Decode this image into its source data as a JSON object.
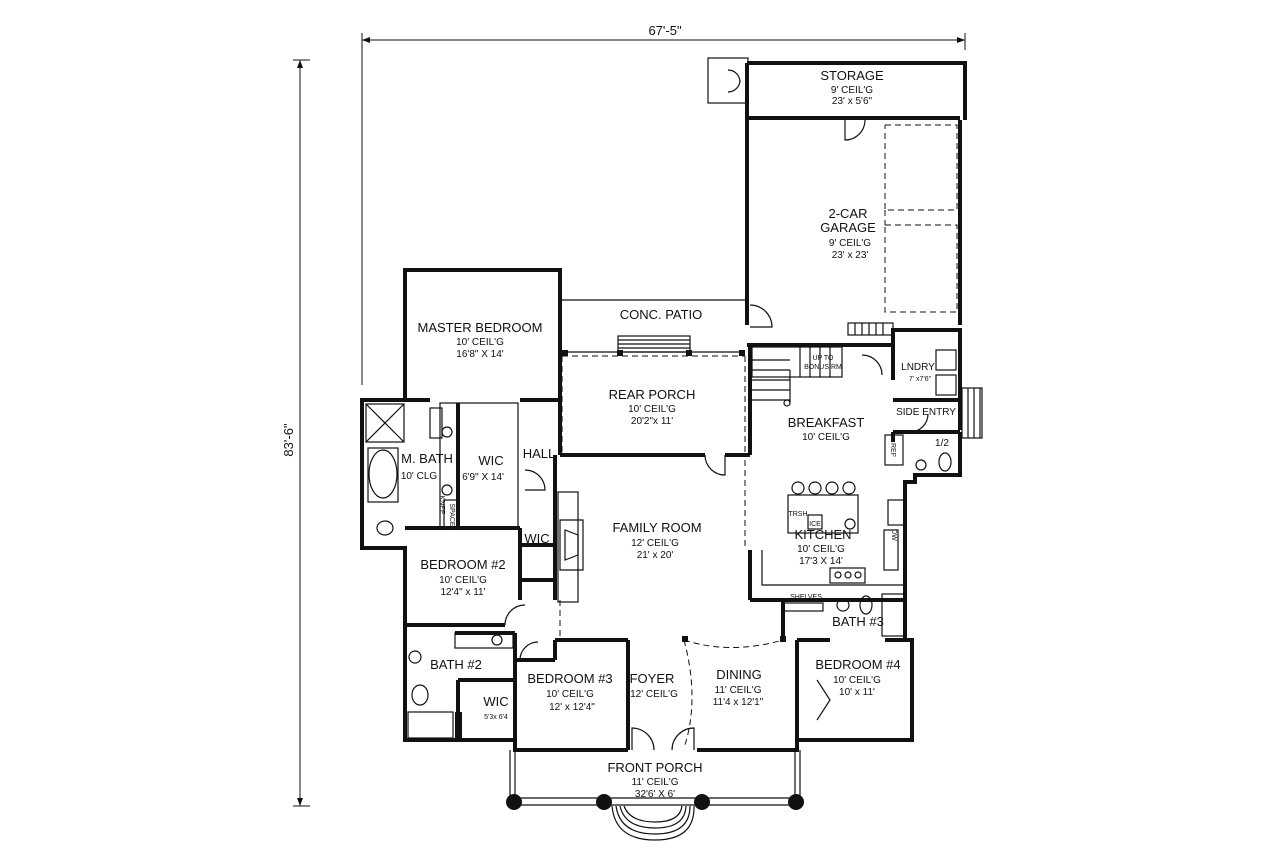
{
  "dimensions": {
    "width_label": "67'-5\"",
    "depth_label": "83'-6\""
  },
  "rooms": {
    "storage": {
      "name": "STORAGE",
      "ceiling": "9' CEIL'G",
      "size": "23' x 5'6\""
    },
    "garage": {
      "name_line1": "2-CAR",
      "name_line2": "GARAGE",
      "ceiling": "9' CEIL'G",
      "size": "23' x 23'"
    },
    "patio": {
      "name": "CONC. PATIO"
    },
    "master_bedroom": {
      "name": "MASTER BEDROOM",
      "ceiling": "10' CEIL'G",
      "size": "16'8\" X 14'"
    },
    "rear_porch": {
      "name": "REAR PORCH",
      "ceiling": "10' CEIL'G",
      "size": "20'2\"x 11'"
    },
    "stairs": {
      "note_line1": "UP TO",
      "note_line2": "BONUS RM"
    },
    "laundry": {
      "name": "LNDRY",
      "size": "7' x7'6\""
    },
    "side_entry": {
      "name": "SIDE ENTRY"
    },
    "half_bath": {
      "name": "1/2"
    },
    "breakfast": {
      "name": "BREAKFAST",
      "ceiling": "10' CEIL'G"
    },
    "m_bath": {
      "name": "M. BATH",
      "ceiling": "10' CLG"
    },
    "master_wic": {
      "name": "WIC",
      "size": "6'9\" X 14'"
    },
    "knee_space": {
      "line1": "KNEE",
      "line2": "SPACE"
    },
    "hall": {
      "name": "HALL"
    },
    "family_room": {
      "name": "FAMILY ROOM",
      "ceiling": "12' CEIL'G",
      "size": "21' x 20'"
    },
    "kitchen": {
      "name": "KITCHEN",
      "ceiling": "10' CEIL'G",
      "size": "17'3 X 14'"
    },
    "kitchen_marks": {
      "ref": "REF",
      "trsh": "TRSH",
      "ice": "ICE",
      "dw": "DW"
    },
    "hall_wic": {
      "name": "WIC"
    },
    "bedroom2": {
      "name": "BEDROOM #2",
      "ceiling": "10' CEIL'G",
      "size": "12'4\" x 11'"
    },
    "shelves": {
      "name": "SHELVES"
    },
    "bath3": {
      "name": "BATH #3"
    },
    "bath2": {
      "name": "BATH #2"
    },
    "bedroom3": {
      "name": "BEDROOM #3",
      "ceiling": "10' CEIL'G",
      "size": "12' x 12'4\""
    },
    "foyer": {
      "name": "FOYER",
      "ceiling": "12' CEIL'G"
    },
    "dining": {
      "name": "DINING",
      "ceiling": "11' CEIL'G",
      "size": "11'4 x 12'1\""
    },
    "bedroom4": {
      "name": "BEDROOM #4",
      "ceiling": "10' CEIL'G",
      "size": "10' x 11'"
    },
    "bedroom3_wic": {
      "name": "WIC",
      "size": "5'3x 6'4"
    },
    "front_porch": {
      "name": "FRONT PORCH",
      "ceiling": "11' CEIL'G",
      "size": "32'6' X 6'"
    }
  }
}
